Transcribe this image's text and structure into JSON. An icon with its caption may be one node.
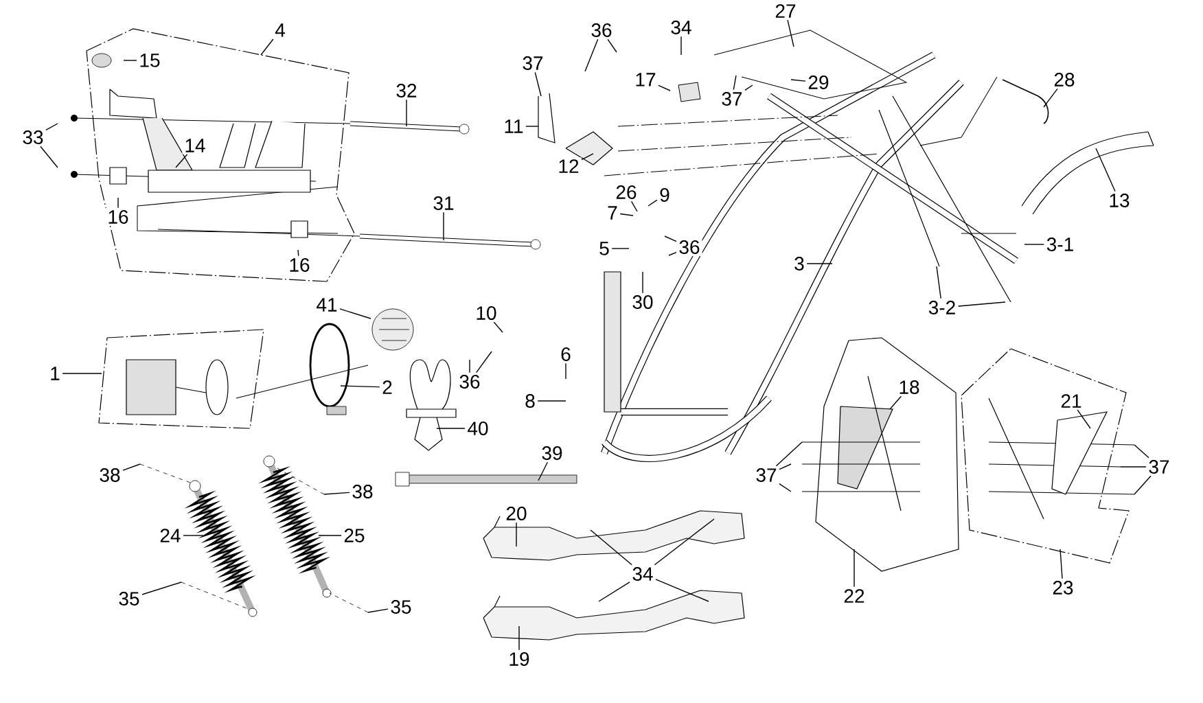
{
  "diagram": {
    "nodes": [
      {
        "text": [
          "4"
        ]
      },
      {
        "text": [
          "15"
        ]
      },
      {
        "text": [
          "32"
        ]
      },
      {
        "text": [
          "33"
        ]
      },
      {
        "text": [
          "14"
        ]
      },
      {
        "text": [
          "16"
        ]
      },
      {
        "text": [
          "31"
        ]
      },
      {
        "text": [
          "16"
        ]
      },
      {
        "text": [
          "11"
        ]
      },
      {
        "text": [
          "12"
        ]
      },
      {
        "text": [
          "37"
        ]
      },
      {
        "text": [
          "36"
        ]
      },
      {
        "text": [
          "34"
        ]
      },
      {
        "text": [
          "17"
        ]
      },
      {
        "text": [
          "27"
        ]
      },
      {
        "text": [
          "37"
        ]
      },
      {
        "text": [
          "29"
        ]
      },
      {
        "text": [
          "28"
        ]
      },
      {
        "text": [
          "13"
        ]
      },
      {
        "text": [
          "26"
        ]
      },
      {
        "text": [
          "9"
        ]
      },
      {
        "text": [
          "7"
        ]
      },
      {
        "text": [
          "5"
        ]
      },
      {
        "text": [
          "36"
        ]
      },
      {
        "text": [
          "30"
        ]
      },
      {
        "text": [
          "3"
        ]
      },
      {
        "text": [
          "3-1"
        ]
      },
      {
        "text": [
          "3-2"
        ]
      },
      {
        "text": [
          "10"
        ]
      },
      {
        "text": [
          "41"
        ]
      },
      {
        "text": [
          "1"
        ]
      },
      {
        "text": [
          "2"
        ]
      },
      {
        "text": [
          "36"
        ]
      },
      {
        "text": [
          "6"
        ]
      },
      {
        "text": [
          "8"
        ]
      },
      {
        "text": [
          "40"
        ]
      },
      {
        "text": [
          "39"
        ]
      },
      {
        "text": [
          "38"
        ]
      },
      {
        "text": [
          "24"
        ]
      },
      {
        "text": [
          "38"
        ]
      },
      {
        "text": [
          "25"
        ]
      },
      {
        "text": [
          "35"
        ]
      },
      {
        "text": [
          "35"
        ]
      },
      {
        "text": [
          "20"
        ]
      },
      {
        "text": [
          "34"
        ]
      },
      {
        "text": [
          "19"
        ]
      },
      {
        "text": [
          "18"
        ]
      },
      {
        "text": [
          "37"
        ]
      },
      {
        "text": [
          "21"
        ]
      },
      {
        "text": [
          "37"
        ]
      },
      {
        "text": [
          "22"
        ]
      },
      {
        "text": [
          "23"
        ]
      }
    ],
    "edges": [
      {
        "from": 0,
        "to": null,
        "arrow": "none"
      },
      {
        "from": 1,
        "to": null,
        "arrow": "none"
      },
      {
        "from": 2,
        "to": null,
        "arrow": "none"
      },
      {
        "from": 3,
        "to": null,
        "arrow": "none"
      },
      {
        "from": 3,
        "to": null,
        "arrow": "none"
      },
      {
        "from": 4,
        "to": null,
        "arrow": "none"
      },
      {
        "from": 5,
        "to": null,
        "arrow": "none"
      },
      {
        "from": 6,
        "to": null,
        "arrow": "none"
      },
      {
        "from": 7,
        "to": null,
        "arrow": "none"
      },
      {
        "from": 8,
        "to": null,
        "arrow": "none"
      },
      {
        "from": 9,
        "to": null,
        "arrow": "none"
      },
      {
        "from": 10,
        "to": null,
        "arrow": "none"
      },
      {
        "from": 11,
        "to": null,
        "arrow": "none"
      },
      {
        "from": 11,
        "to": null,
        "arrow": "none"
      },
      {
        "from": 12,
        "to": null,
        "arrow": "none"
      },
      {
        "from": 13,
        "to": null,
        "arrow": "none"
      },
      {
        "from": 14,
        "to": null,
        "arrow": "none"
      },
      {
        "from": 15,
        "to": null,
        "arrow": "none"
      },
      {
        "from": 15,
        "to": null,
        "arrow": "none"
      },
      {
        "from": 16,
        "to": null,
        "arrow": "none"
      },
      {
        "from": 17,
        "to": null,
        "arrow": "none"
      },
      {
        "from": 18,
        "to": null,
        "arrow": "none"
      },
      {
        "from": 19,
        "to": null,
        "arrow": "none"
      },
      {
        "from": 20,
        "to": null,
        "arrow": "none"
      },
      {
        "from": 21,
        "to": null,
        "arrow": "none"
      },
      {
        "from": 22,
        "to": null,
        "arrow": "none"
      },
      {
        "from": 23,
        "to": null,
        "arrow": "none"
      },
      {
        "from": 23,
        "to": null,
        "arrow": "none"
      },
      {
        "from": 24,
        "to": null,
        "arrow": "none"
      },
      {
        "from": 25,
        "to": null,
        "arrow": "none"
      },
      {
        "from": 26,
        "to": null,
        "arrow": "none"
      },
      {
        "from": 27,
        "to": null,
        "arrow": "none"
      },
      {
        "from": 27,
        "to": null,
        "arrow": "none"
      },
      {
        "from": 28,
        "to": null,
        "arrow": "none"
      },
      {
        "from": 29,
        "to": null,
        "arrow": "none"
      },
      {
        "from": 30,
        "to": null,
        "arrow": "none"
      },
      {
        "from": 31,
        "to": null,
        "arrow": "none"
      },
      {
        "from": 32,
        "to": null,
        "arrow": "none"
      },
      {
        "from": 32,
        "to": null,
        "arrow": "none"
      },
      {
        "from": 33,
        "to": null,
        "arrow": "none"
      },
      {
        "from": 34,
        "to": null,
        "arrow": "none"
      },
      {
        "from": 35,
        "to": null,
        "arrow": "none"
      },
      {
        "from": 36,
        "to": null,
        "arrow": "none"
      },
      {
        "from": 37,
        "to": null,
        "arrow": "none"
      },
      {
        "from": 38,
        "to": null,
        "arrow": "none"
      },
      {
        "from": 39,
        "to": null,
        "arrow": "none"
      },
      {
        "from": 40,
        "to": null,
        "arrow": "none"
      },
      {
        "from": 41,
        "to": null,
        "arrow": "none"
      },
      {
        "from": 42,
        "to": null,
        "arrow": "none"
      },
      {
        "from": 43,
        "to": null,
        "arrow": "none"
      },
      {
        "from": 44,
        "to": null,
        "arrow": "none"
      },
      {
        "from": 44,
        "to": null,
        "arrow": "none"
      },
      {
        "from": 44,
        "to": null,
        "arrow": "none"
      },
      {
        "from": 44,
        "to": null,
        "arrow": "none"
      },
      {
        "from": 45,
        "to": null,
        "arrow": "none"
      },
      {
        "from": 46,
        "to": null,
        "arrow": "none"
      },
      {
        "from": 47,
        "to": null,
        "arrow": "none"
      },
      {
        "from": 47,
        "to": null,
        "arrow": "none"
      },
      {
        "from": 47,
        "to": null,
        "arrow": "none"
      },
      {
        "from": 48,
        "to": null,
        "arrow": "none"
      },
      {
        "from": 49,
        "to": null,
        "arrow": "none"
      },
      {
        "from": 49,
        "to": null,
        "arrow": "none"
      },
      {
        "from": 49,
        "to": null,
        "arrow": "none"
      },
      {
        "from": 50,
        "to": null,
        "arrow": "none"
      },
      {
        "from": 51,
        "to": null,
        "arrow": "none"
      }
    ]
  }
}
